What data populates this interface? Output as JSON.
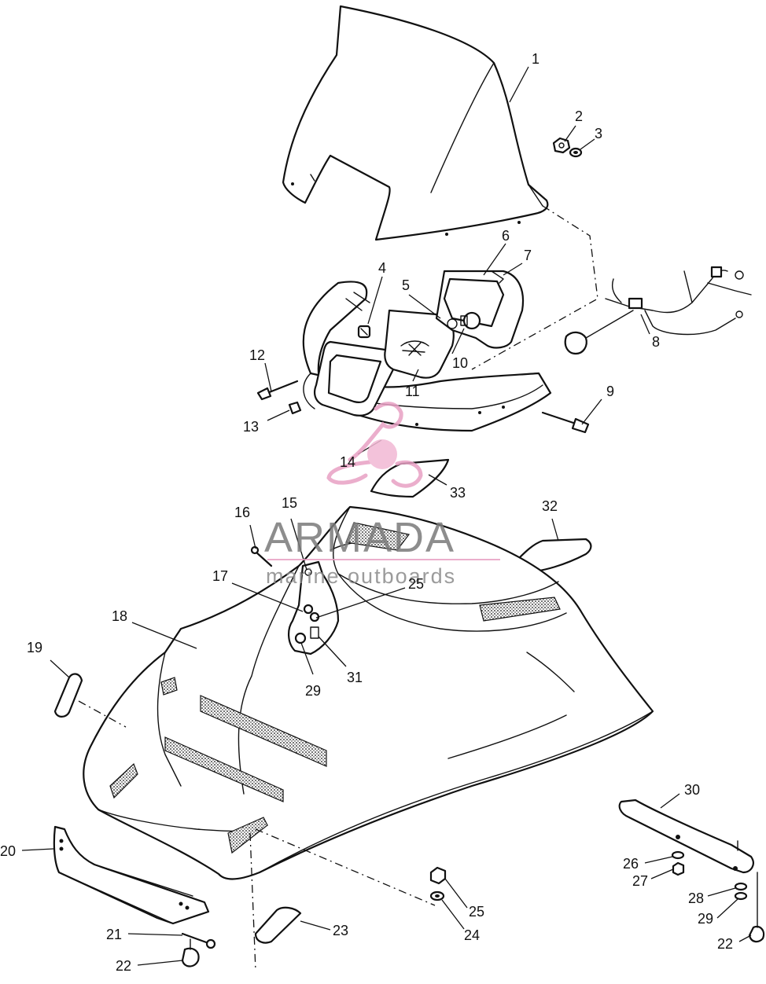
{
  "watermark": {
    "brand": "ARMADA",
    "tagline": "marine outboards",
    "logo_color": "#e8a0c4",
    "logo_fill": "#f2b8d4"
  },
  "callouts": [
    {
      "id": "c1",
      "text": "1"
    },
    {
      "id": "c2",
      "text": "2"
    },
    {
      "id": "c3",
      "text": "3"
    },
    {
      "id": "c4",
      "text": "4"
    },
    {
      "id": "c5",
      "text": "5"
    },
    {
      "id": "c6",
      "text": "6"
    },
    {
      "id": "c7",
      "text": "7"
    },
    {
      "id": "c8",
      "text": "8"
    },
    {
      "id": "c9",
      "text": "9"
    },
    {
      "id": "c10",
      "text": "10"
    },
    {
      "id": "c11",
      "text": "11"
    },
    {
      "id": "c12",
      "text": "12"
    },
    {
      "id": "c13",
      "text": "13"
    },
    {
      "id": "c14",
      "text": "14"
    },
    {
      "id": "c15",
      "text": "15"
    },
    {
      "id": "c16",
      "text": "16"
    },
    {
      "id": "c17",
      "text": "17"
    },
    {
      "id": "c18",
      "text": "18"
    },
    {
      "id": "c19",
      "text": "19"
    },
    {
      "id": "c20",
      "text": "20"
    },
    {
      "id": "c21",
      "text": "21"
    },
    {
      "id": "c22a",
      "text": "22"
    },
    {
      "id": "c22b",
      "text": "22"
    },
    {
      "id": "c23",
      "text": "23"
    },
    {
      "id": "c24",
      "text": "24"
    },
    {
      "id": "c25a",
      "text": "25"
    },
    {
      "id": "c25b",
      "text": "25"
    },
    {
      "id": "c26",
      "text": "26"
    },
    {
      "id": "c27",
      "text": "27"
    },
    {
      "id": "c28",
      "text": "28"
    },
    {
      "id": "c29a",
      "text": "29"
    },
    {
      "id": "c29b",
      "text": "29"
    },
    {
      "id": "c30",
      "text": "30"
    },
    {
      "id": "c31",
      "text": "31"
    },
    {
      "id": "c32",
      "text": "32"
    },
    {
      "id": "c33",
      "text": "33"
    }
  ]
}
